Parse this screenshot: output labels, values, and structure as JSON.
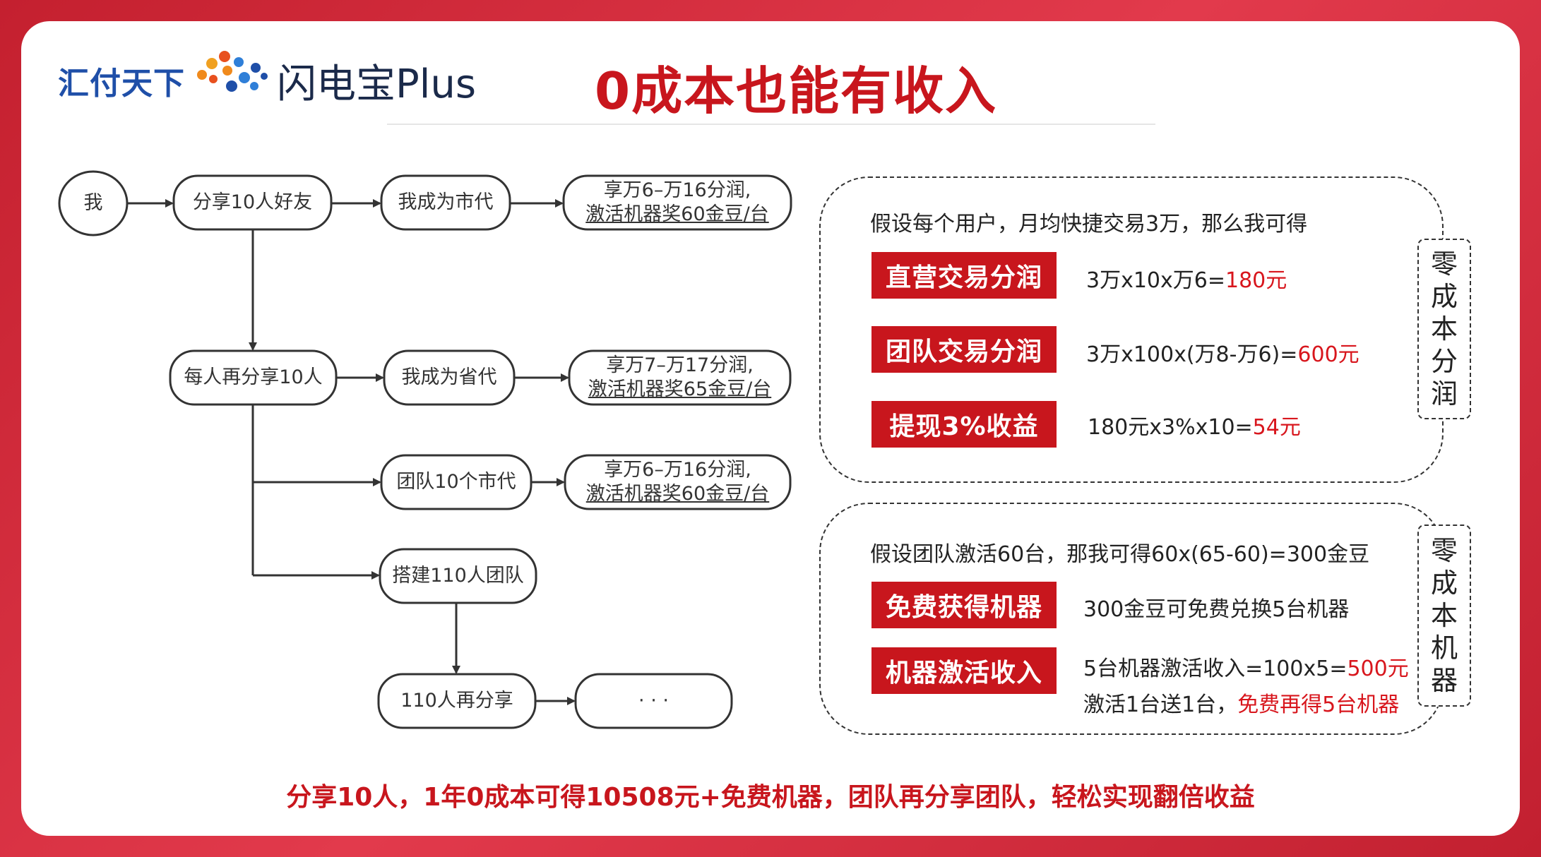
{
  "logo": {
    "brand_cn": "汇付天下",
    "product": "闪电宝Plus"
  },
  "title": "0成本也能有收入",
  "flow": {
    "me": "我",
    "share10": "分享10人好友",
    "city_agent": "我成为市代",
    "reward_city_line1": "享万6–万16分润,",
    "reward_city_line2": "激活机器奖60金豆/台",
    "each_share10": "每人再分享10人",
    "province_agent": "我成为省代",
    "reward_prov_line1": "享万7–万17分润,",
    "reward_prov_line2": "激活机器奖65金豆/台",
    "team10_city": "团队10个市代",
    "reward_team_line1": "享万6–万16分润,",
    "reward_team_line2": "激活机器奖60金豆/台",
    "build_team": "搭建110人团队",
    "share_again": "110人再分享",
    "ellipsis": "· · ·"
  },
  "box1": {
    "intro": "假设每个用户，月均快捷交易3万，那么我可得",
    "rows": [
      {
        "badge": "直营交易分润",
        "formula": "3万x10x万6=",
        "result": "180元"
      },
      {
        "badge": "团队交易分润",
        "formula": "3万x100x(万8-万6)=",
        "result": "600元"
      },
      {
        "badge": "提现3%收益",
        "formula": "180元x3%x10=",
        "result": "54元"
      }
    ],
    "tag": [
      "零",
      "成",
      "本",
      "分",
      "润"
    ]
  },
  "box2": {
    "intro": "假设团队激活60台，那我可得60x(65-60)=300金豆",
    "rows": [
      {
        "badge": "免费获得机器",
        "formula": "300金豆可免费兑换5台机器"
      },
      {
        "badge": "机器激活收入",
        "formula": "5台机器激活收入=100x5=",
        "result": "500元",
        "line2": "激活1台送1台，",
        "line2_red": "免费再得5台机器"
      }
    ],
    "tag": [
      "零",
      "成",
      "本",
      "机",
      "器"
    ]
  },
  "footer": "分享10人，1年0成本可得10508元+免费机器，团队再分享团队，轻松实现翻倍收益",
  "colors": {
    "accent_red": "#c8161d",
    "brand_blue": "#1f4fa8",
    "frame_red": "#d42c3c"
  }
}
